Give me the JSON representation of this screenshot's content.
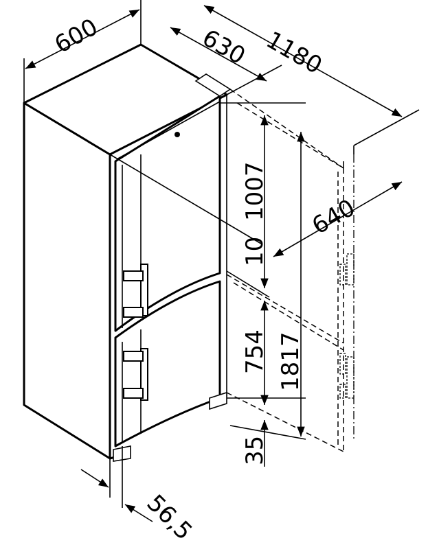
{
  "dimensions": {
    "width": "600",
    "depth": "630",
    "depth_open": "1180",
    "door_open_depth": "640",
    "upper_height": "1007",
    "gap": "10",
    "lower_height": "754",
    "total_height": "1817",
    "base_height": "35",
    "foot_offset": "56,5"
  }
}
